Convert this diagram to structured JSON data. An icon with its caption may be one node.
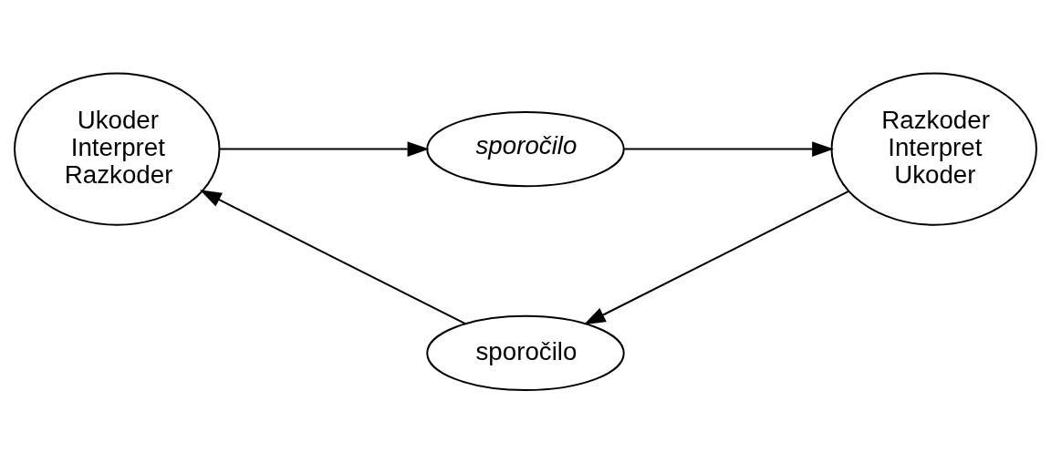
{
  "diagram": {
    "nodes": [
      {
        "text": [
          "Ukoder Interpret Razkoder"
        ]
      },
      {
        "text": [
          "sporočilo"
        ]
      },
      {
        "text": [
          "Razkoder Interpret Ukoder"
        ]
      },
      {
        "text": [
          "sporočilo"
        ]
      }
    ],
    "edges": [
      {
        "from": 0,
        "to": 1,
        "arrow": "to"
      },
      {
        "from": 1,
        "to": 2,
        "arrow": "to"
      },
      {
        "from": 2,
        "to": 3,
        "arrow": "to"
      },
      {
        "from": 3,
        "to": 0,
        "arrow": "to"
      }
    ]
  }
}
